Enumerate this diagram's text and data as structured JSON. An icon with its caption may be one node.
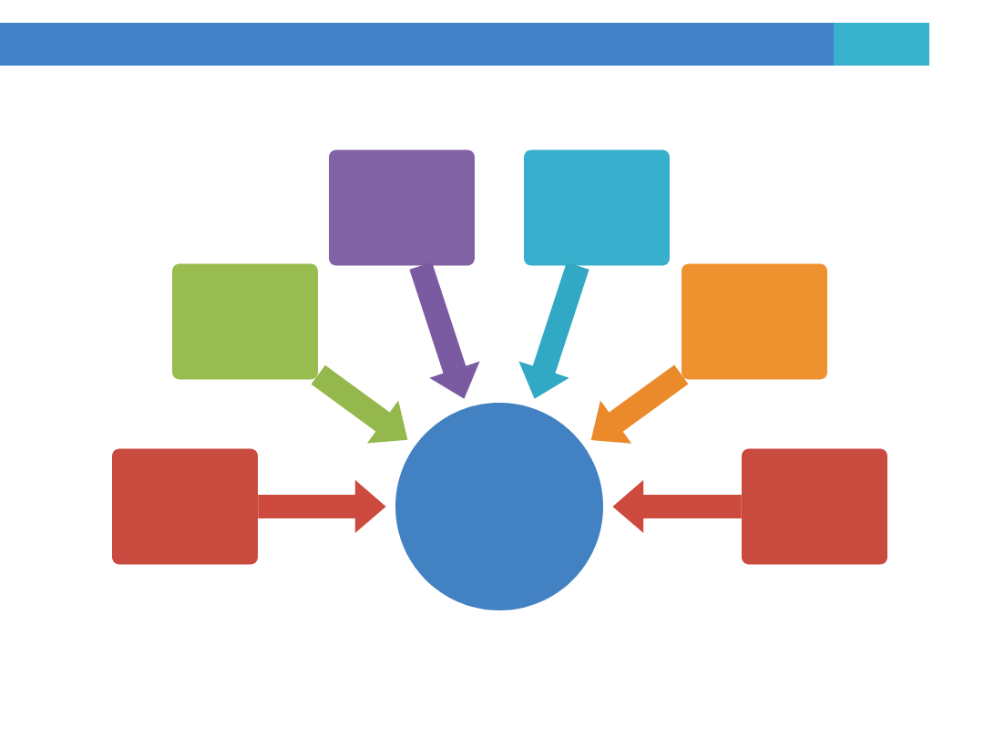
{
  "diagram": {
    "nodes": [
      {
        "text": [],
        "shape": "box"
      },
      {
        "text": [],
        "shape": "box"
      },
      {
        "text": [],
        "shape": "box"
      },
      {
        "text": [],
        "shape": "box"
      },
      {
        "text": [],
        "shape": "box"
      },
      {
        "text": [],
        "shape": "circle"
      },
      {
        "text": [],
        "shape": "box"
      }
    ],
    "edges": [
      {
        "from": 0,
        "to": 5,
        "arrow": "to",
        "color": "#7a5aa0"
      },
      {
        "from": 1,
        "to": 5,
        "arrow": "to",
        "color": "#31a8c4"
      },
      {
        "from": 2,
        "to": 5,
        "arrow": "to",
        "color": "#94b84c"
      },
      {
        "from": 3,
        "to": 5,
        "arrow": "to",
        "color": "#ea8a2a"
      },
      {
        "from": 4,
        "to": 5,
        "arrow": "to",
        "color": "#cc4a3e"
      },
      {
        "from": 6,
        "to": 5,
        "arrow": "to",
        "color": "#cc4a3e"
      }
    ]
  }
}
